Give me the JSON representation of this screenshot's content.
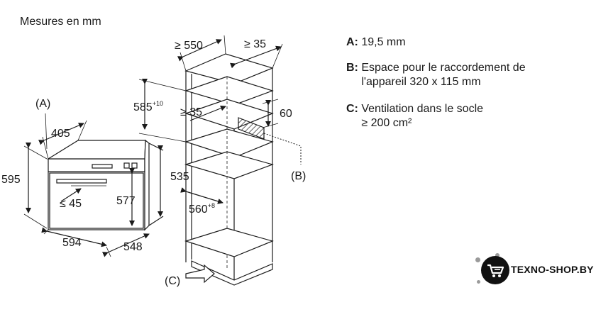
{
  "title": "Mesures en mm",
  "legend": [
    {
      "key": "A:",
      "lines": [
        "19,5 mm"
      ]
    },
    {
      "key": "B:",
      "lines": [
        "Espace pour le raccordement de",
        "l'appareil 320 x 115 mm"
      ]
    },
    {
      "key": "C:",
      "lines": [
        "Ventilation dans le socle",
        "≥ 200 cm²"
      ]
    }
  ],
  "oven": {
    "a": "(A)",
    "depth_top": "405",
    "height": "595",
    "handle": "≤ 45",
    "inner_height": "577",
    "niche_height": "535",
    "width": "594",
    "depth": "548"
  },
  "cabinet": {
    "top_width": "≥ 550",
    "top_gap": "≥ 35",
    "height": "585",
    "height_sup": "+10",
    "inner_gap": "≥ 35",
    "vent": "60",
    "b": "(B)",
    "width": "560",
    "width_sup": "+8",
    "c": "(C)"
  },
  "logo": "TEXNO-SHOP.BY"
}
